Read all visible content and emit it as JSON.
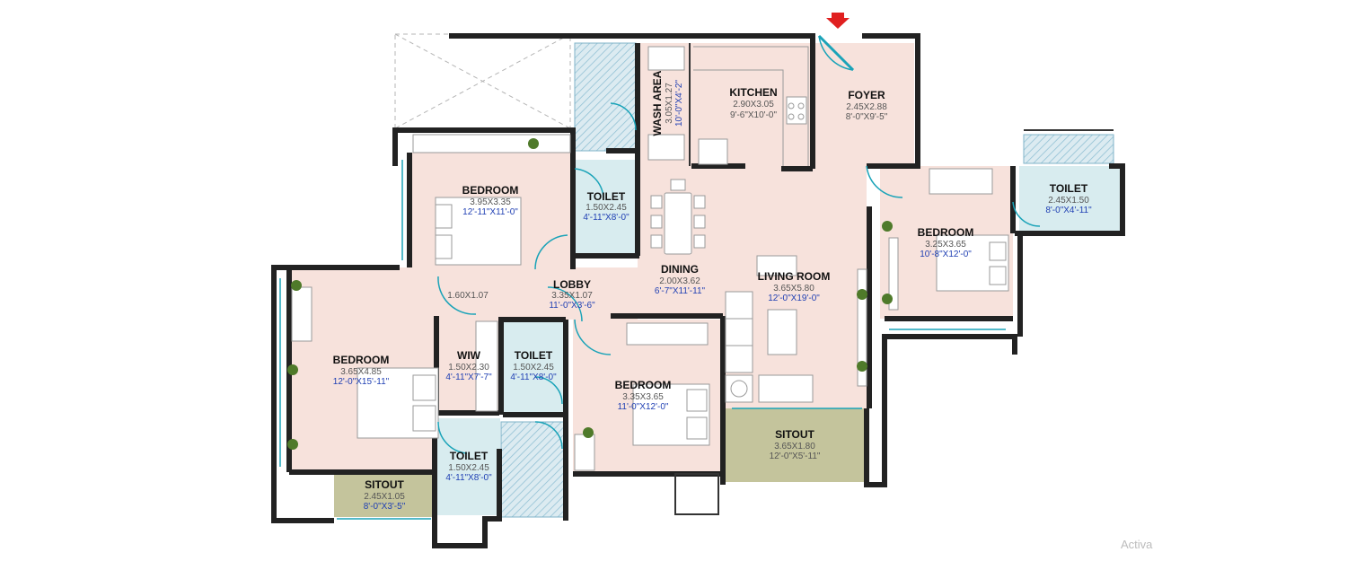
{
  "colors": {
    "room_fill": "#f7e2dc",
    "toilet_fill": "#d8ecef",
    "sitout_fill": "#c4c49c",
    "wall": "#222222",
    "door": "#1aa3b8",
    "entry_arrow": "#e02020",
    "imperial_text": "#1f3fb3"
  },
  "rooms": {
    "kitchen": {
      "name": "KITCHEN",
      "metric": "2.90X3.05",
      "imperial": "9'-6\"X10'-0\""
    },
    "foyer": {
      "name": "FOYER",
      "metric": "2.45X2.88",
      "imperial": "8'-0\"X9'-5\""
    },
    "wash_area": {
      "name": "WASH AREA",
      "metric": "3.05X1.27",
      "imperial": "10'-0\"X4'-2\""
    },
    "bedroom_top": {
      "name": "BEDROOM",
      "metric": "3.95X3.35",
      "imperial": "12'-11\"X11'-0\""
    },
    "toilet_center": {
      "name": "TOILET",
      "metric": "1.50X2.45",
      "imperial": "4'-11\"X8'-0\""
    },
    "toilet_right": {
      "name": "TOILET",
      "metric": "2.45X1.50",
      "imperial": "8'-0\"X4'-11\""
    },
    "bedroom_right": {
      "name": "BEDROOM",
      "metric": "3.25X3.65",
      "imperial": "10'-8\"X12'-0\""
    },
    "living_room": {
      "name": "LIVING ROOM",
      "metric": "3.65X5.80",
      "imperial": "12'-0\"X19'-0\""
    },
    "dining": {
      "name": "DINING",
      "metric": "2.00X3.62",
      "imperial": "6'-7\"X11'-11\""
    },
    "lobby": {
      "name": "LOBBY",
      "metric": "3.35X1.07",
      "imperial": "11'-0\"X3'-6\""
    },
    "passage": {
      "metric": "1.60X1.07"
    },
    "bedroom_left": {
      "name": "BEDROOM",
      "metric": "3.65X4.85",
      "imperial": "12'-0\"X15'-11\""
    },
    "wiw": {
      "name": "WIW",
      "metric": "1.50X2.30",
      "imperial": "4'-11\"X7'-7\""
    },
    "toilet_mid": {
      "name": "TOILET",
      "metric": "1.50X2.45",
      "imperial": "4'-11\"X8'-0\""
    },
    "bedroom_bottom": {
      "name": "BEDROOM",
      "metric": "3.35X3.65",
      "imperial": "11'-0\"X12'-0\""
    },
    "sitout_right": {
      "name": "SITOUT",
      "metric": "3.65X1.80",
      "imperial": "12'-0\"X5'-11\""
    },
    "sitout_left": {
      "name": "SITOUT",
      "metric": "2.45X1.05",
      "imperial": "8'-0\"X3'-5\""
    },
    "toilet_bottom": {
      "name": "TOILET",
      "metric": "1.50X2.45",
      "imperial": "4'-11\"X8'-0\""
    }
  },
  "watermark": "Activa"
}
